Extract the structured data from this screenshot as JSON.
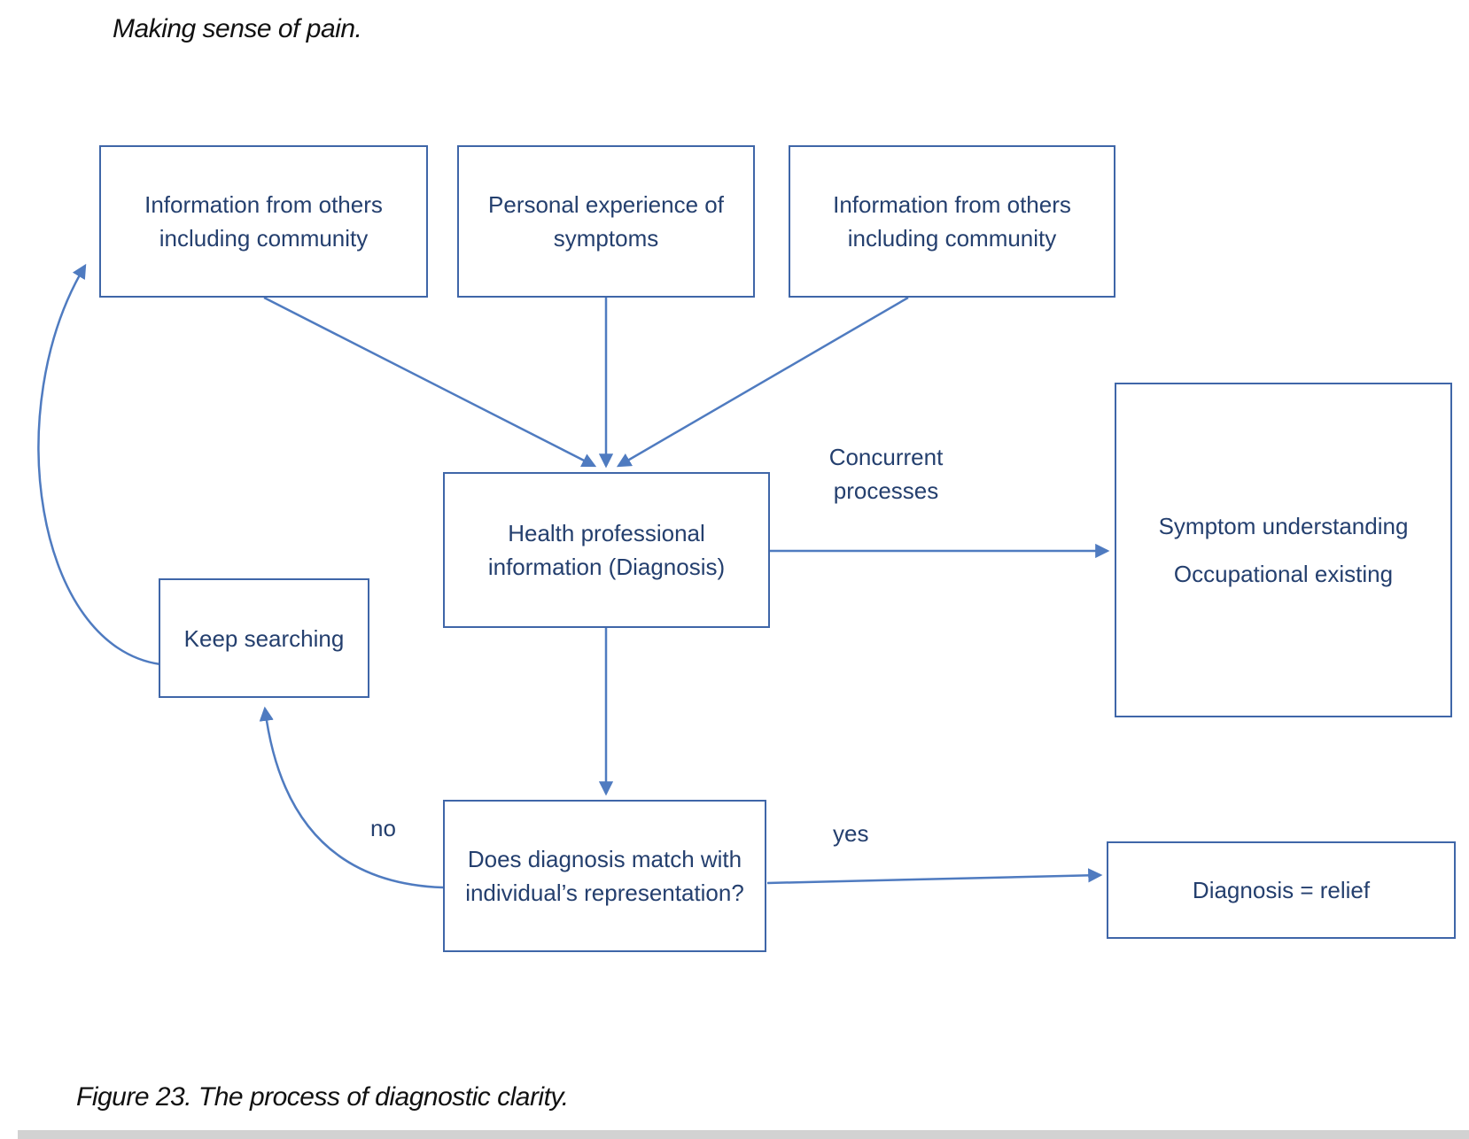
{
  "page": {
    "title": "Making sense of pain.",
    "caption": "Figure 23. The process of diagnostic clarity."
  },
  "colors": {
    "box_border": "#3f66a8",
    "connector": "#4f7bc0",
    "node_text": "#243f6e",
    "caption_text": "#111111"
  },
  "nodes": {
    "info_left": {
      "line1": "Information from others",
      "line2": "including community"
    },
    "personal": {
      "line1": "Personal experience of",
      "line2": "symptoms"
    },
    "info_right": {
      "line1": "Information from others",
      "line2": "including community"
    },
    "health": {
      "line1": "Health professional",
      "line2": "information (Diagnosis)"
    },
    "symptom": {
      "line1": "Symptom understanding",
      "line2": "Occupational existing"
    },
    "keep": {
      "line1": "Keep searching"
    },
    "match": {
      "line1": "Does diagnosis match with",
      "line2": "individual’s representation?"
    },
    "relief": {
      "line1": "Diagnosis = relief"
    }
  },
  "labels": {
    "concurrent": {
      "line1": "Concurrent",
      "line2": "processes"
    },
    "no": "no",
    "yes": "yes"
  },
  "edges": [
    {
      "from": "info_left",
      "to": "health",
      "label": ""
    },
    {
      "from": "personal",
      "to": "health",
      "label": ""
    },
    {
      "from": "info_right",
      "to": "health",
      "label": ""
    },
    {
      "from": "health",
      "to": "symptom",
      "label": "Concurrent processes"
    },
    {
      "from": "health",
      "to": "match",
      "label": ""
    },
    {
      "from": "match",
      "to": "relief",
      "label": "yes"
    },
    {
      "from": "match",
      "to": "keep",
      "label": "no"
    },
    {
      "from": "keep",
      "to": "info_left",
      "label": ""
    }
  ]
}
